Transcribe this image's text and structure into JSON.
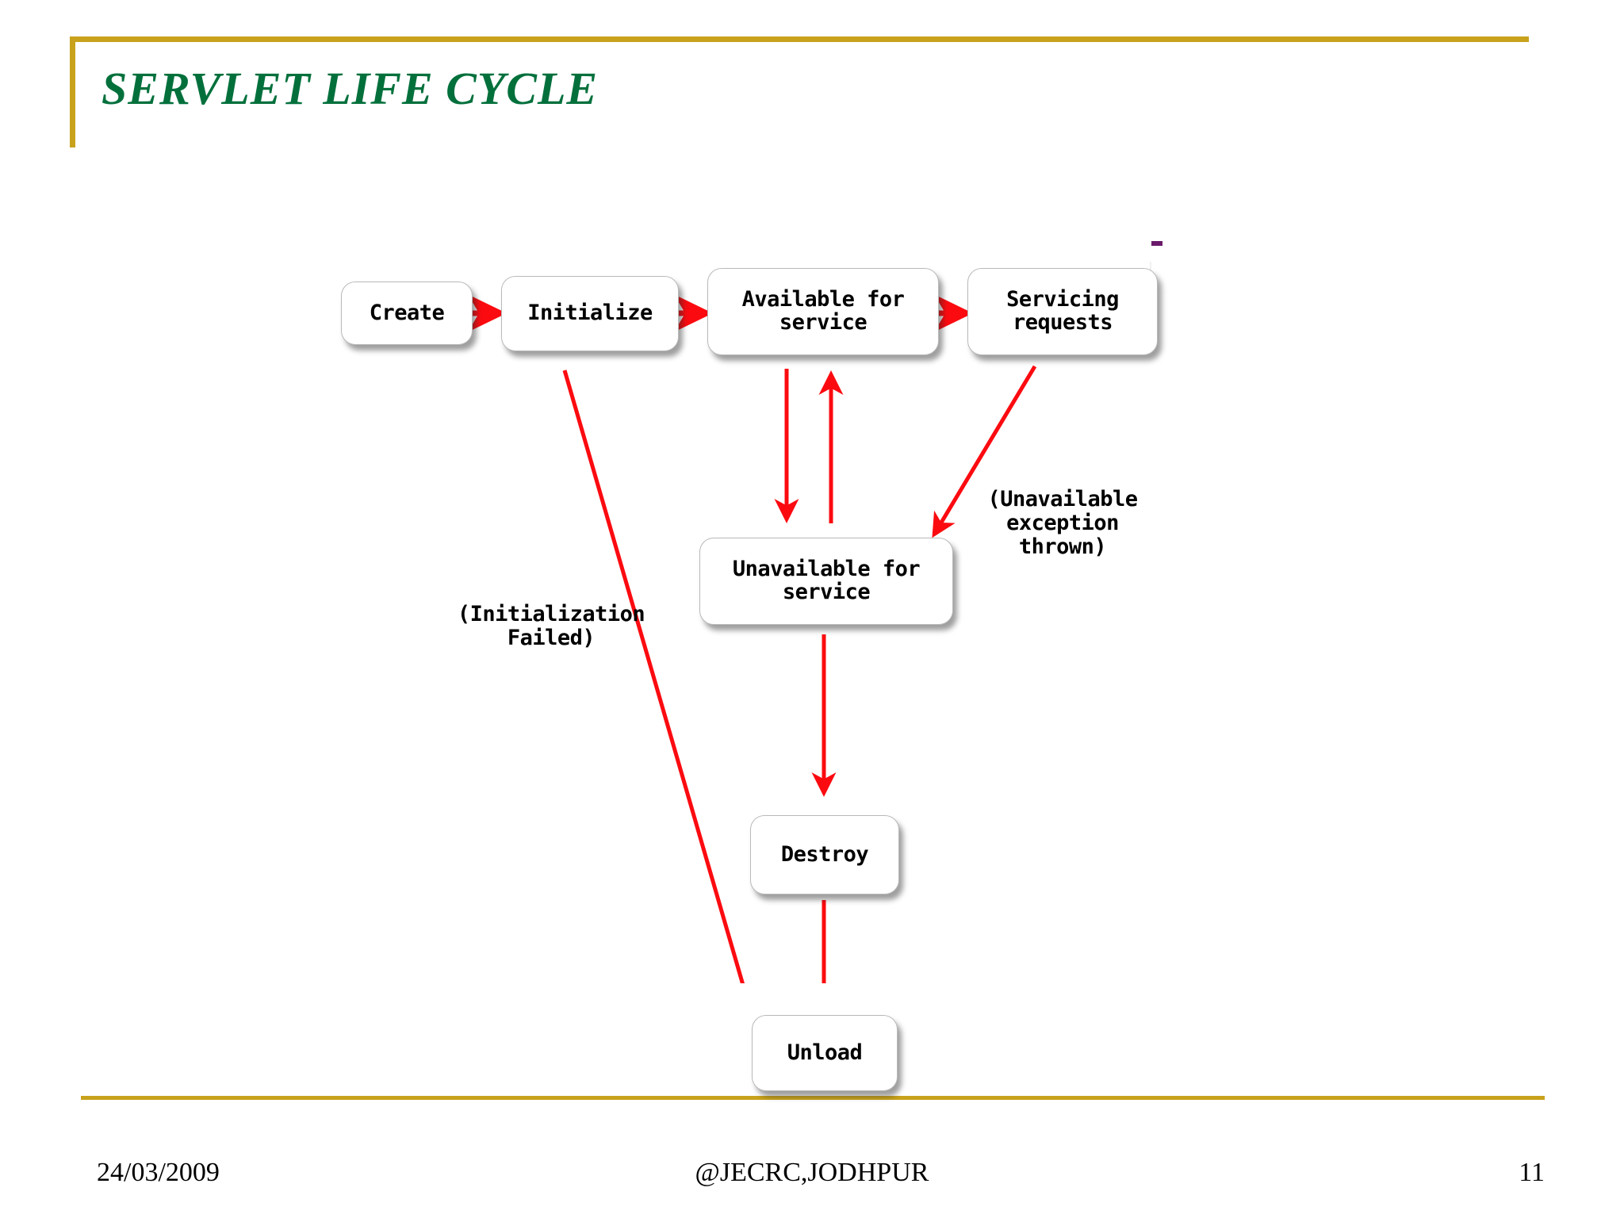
{
  "slide": {
    "title": "SERVLET LIFE CYCLE",
    "accent_gold": "#C8A21C",
    "title_green": "#03703C",
    "arrow_red": "#FB0B10"
  },
  "diagram": {
    "type": "flowchart",
    "nodes": [
      {
        "id": "create",
        "label": "Create"
      },
      {
        "id": "initialize",
        "label": "Initialize"
      },
      {
        "id": "available",
        "label": "Available for\nservice",
        "line1": "Available for",
        "line2": "service"
      },
      {
        "id": "servicing",
        "label": "Servicing\nrequests",
        "line1": "Servicing",
        "line2": "requests"
      },
      {
        "id": "unavailable",
        "label": "Unavailable for\nservice",
        "line1": "Unavailable for",
        "line2": "service"
      },
      {
        "id": "destroy",
        "label": "Destroy"
      },
      {
        "id": "unload",
        "label": "Unload"
      }
    ],
    "annotations": [
      {
        "id": "init-failed",
        "line1": "(Initialization",
        "line2": "Failed)"
      },
      {
        "id": "unavail-exc",
        "line1": "(Unavailable",
        "line2": "exception",
        "line3": "thrown)"
      }
    ],
    "edges": [
      {
        "from": "create",
        "to": "initialize"
      },
      {
        "from": "initialize",
        "to": "available"
      },
      {
        "from": "available",
        "to": "servicing"
      },
      {
        "from": "available",
        "to": "unavailable"
      },
      {
        "from": "unavailable",
        "to": "available"
      },
      {
        "from": "servicing",
        "to": "unavailable",
        "label": "(Unavailable exception thrown)"
      },
      {
        "from": "initialize",
        "to": "unload",
        "label": "(Initialization Failed)"
      },
      {
        "from": "unavailable",
        "to": "destroy"
      },
      {
        "from": "destroy",
        "to": "unload"
      }
    ]
  },
  "footer": {
    "date": "24/03/2009",
    "organization": "@JECRC,JODHPUR",
    "page_number": "11"
  }
}
